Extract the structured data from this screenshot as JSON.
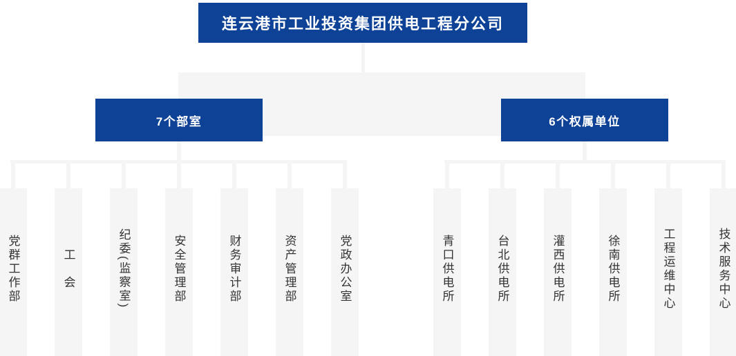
{
  "colors": {
    "node_blue": "#0d4296",
    "connector_gray": "#f5f5f5",
    "leaf_text": "#333333",
    "node_text": "#ffffff",
    "page_background": "#ffffff"
  },
  "org_chart": {
    "root": {
      "label": "连云港市工业投资集团供电工程分公司"
    },
    "groups": [
      {
        "label": "7个部室",
        "children": [
          "党群工作部",
          "工　会",
          "纪委(监察室)",
          "安全管理部",
          "财务审计部",
          "资产管理部",
          "党政办公室"
        ]
      },
      {
        "label": "6个权属单位",
        "children": [
          "青口供电所",
          "台北供电所",
          "灌西供电所",
          "徐南供电所",
          "工程运维中心",
          "技术服务中心"
        ]
      }
    ]
  }
}
